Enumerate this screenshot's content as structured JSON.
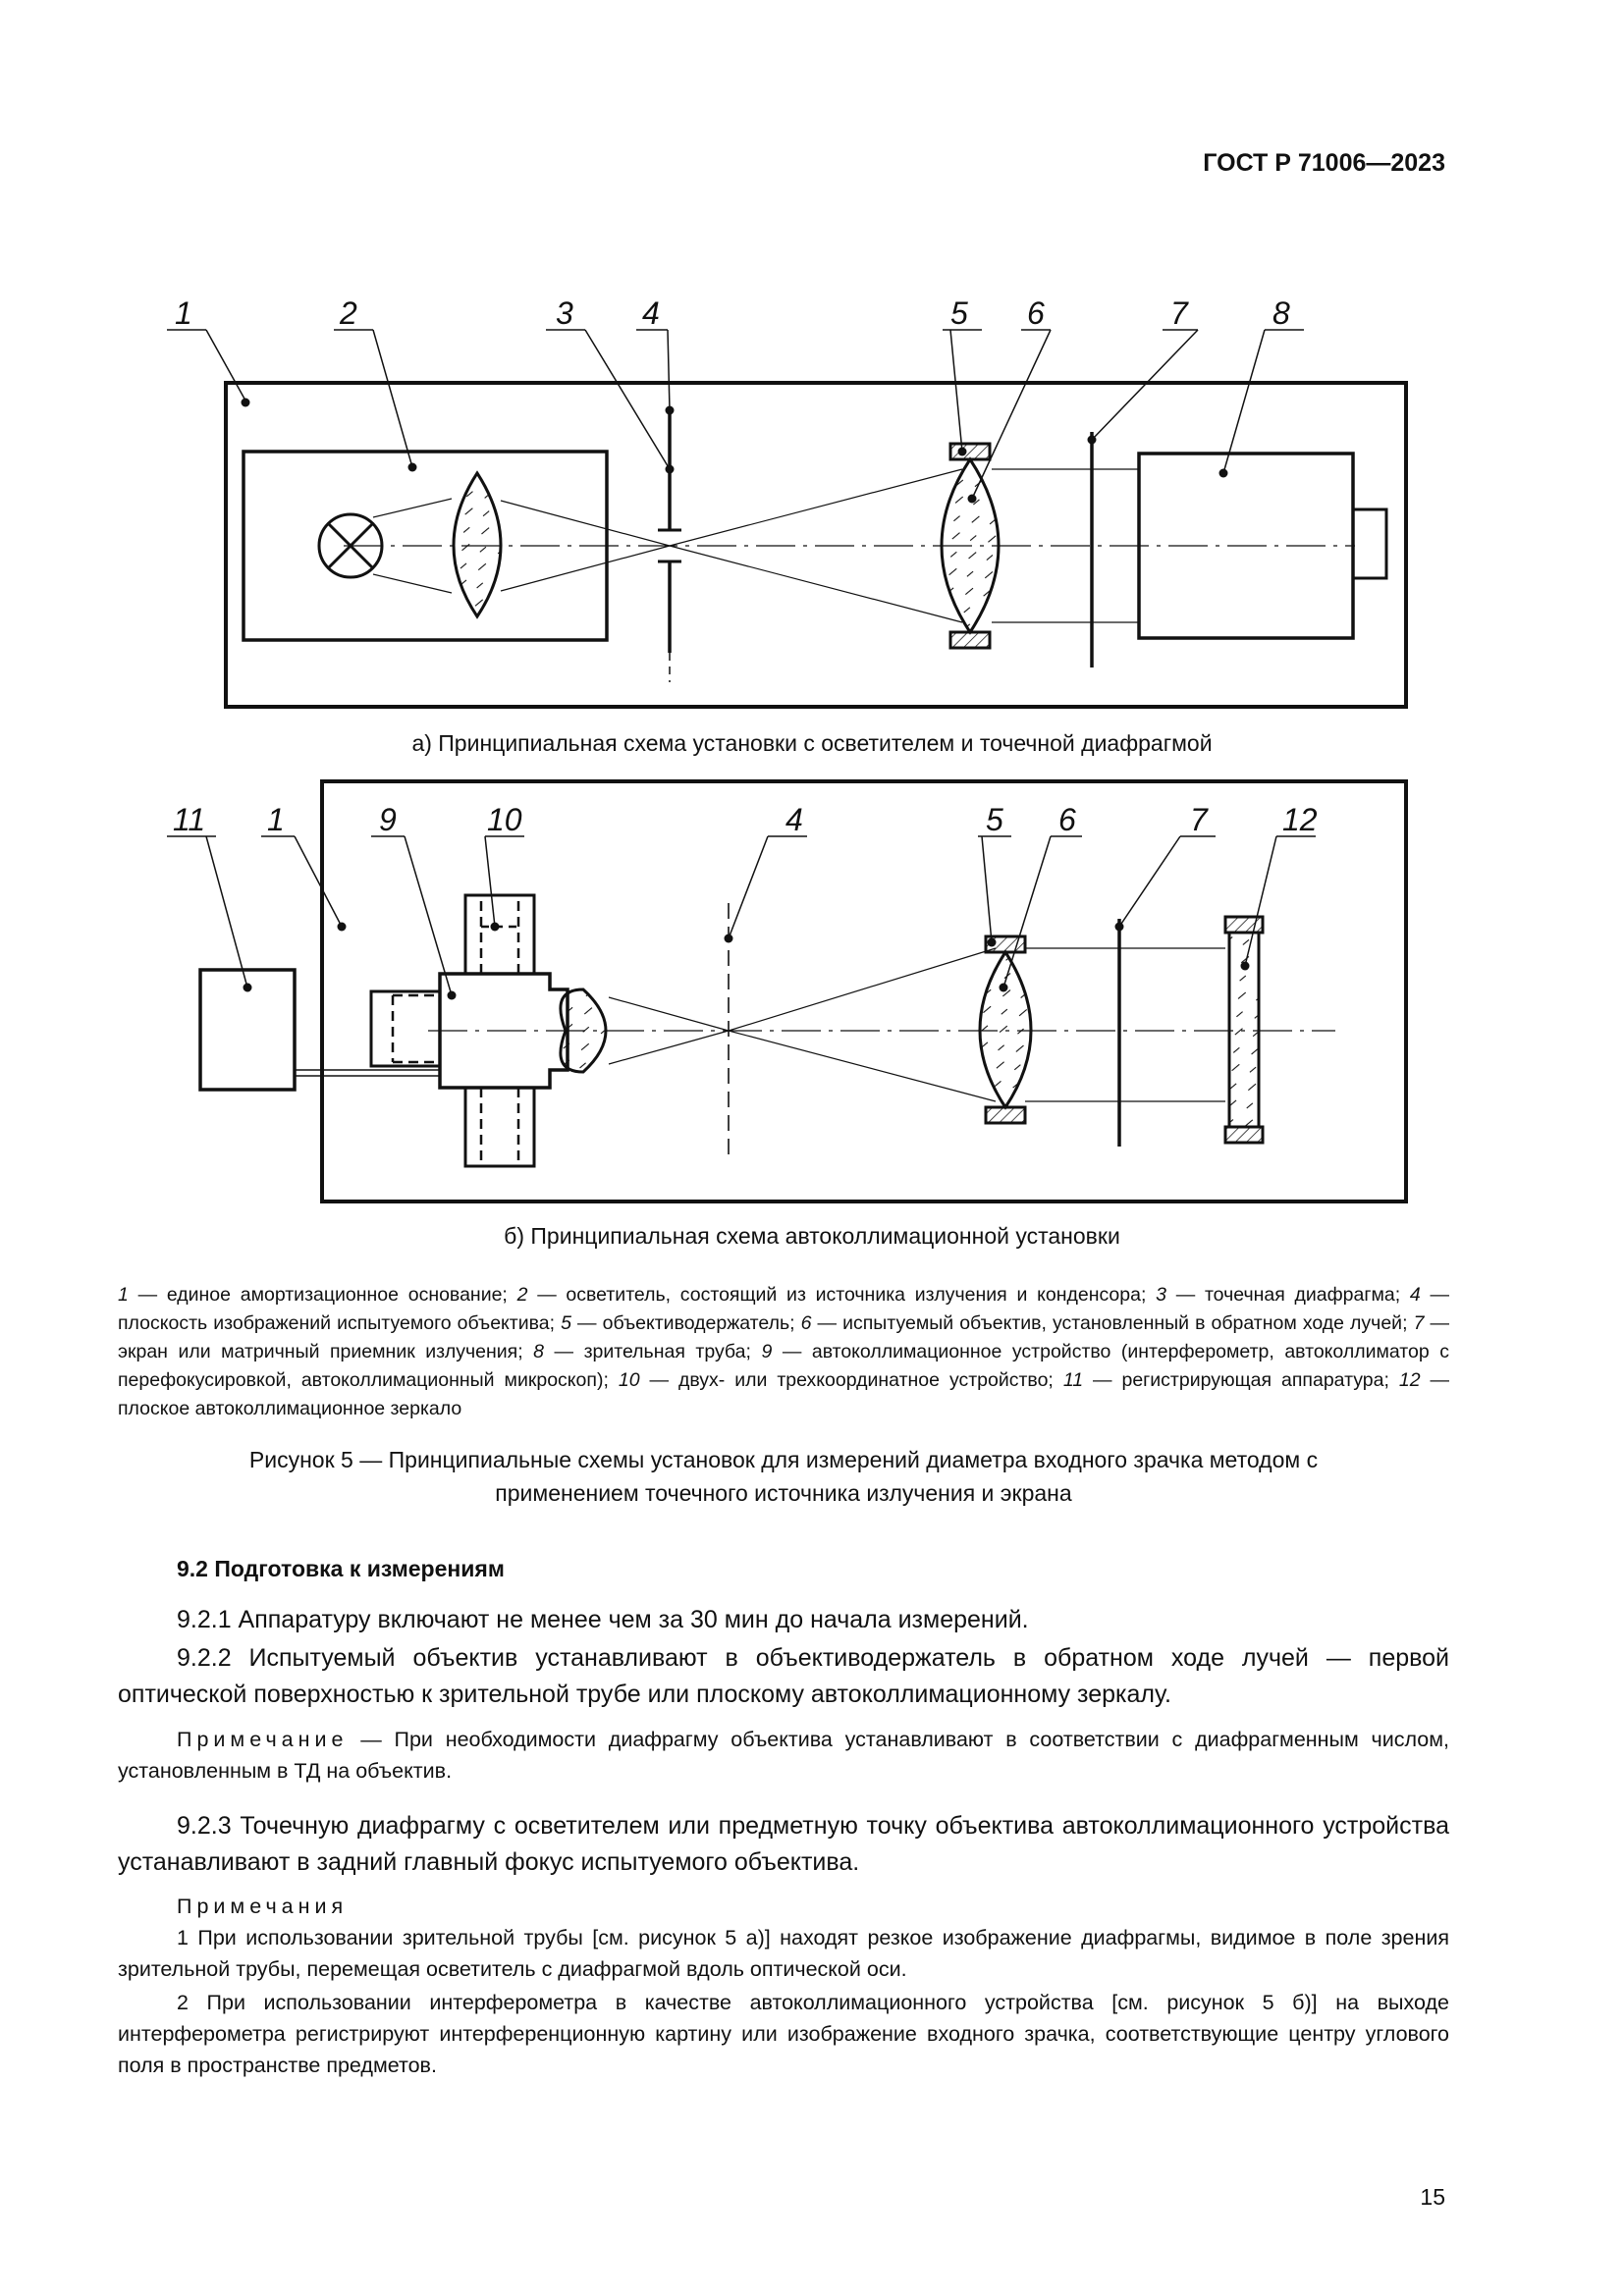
{
  "header": {
    "code": "ГОСТ Р 71006—2023"
  },
  "figure": {
    "diagram_a": {
      "labels": [
        "1",
        "2",
        "3",
        "4",
        "5",
        "6",
        "7",
        "8"
      ],
      "caption": "а) Принципиальная схема установки с осветителем и точечной диафрагмой"
    },
    "diagram_b": {
      "labels": [
        "11",
        "1",
        "9",
        "10",
        "4",
        "5",
        "6",
        "7",
        "12"
      ],
      "caption": "б) Принципиальная схема автоколлимационной установки"
    },
    "legend": [
      {
        "num": "1",
        "text": " — единое амортизационное основание; "
      },
      {
        "num": "2",
        "text": " — осветитель, состоящий из источника излучения и конденсора; "
      },
      {
        "num": "3",
        "text": " — точечная диафрагма; "
      },
      {
        "num": "4",
        "text": " — плоскость изображений испытуемого объектива; "
      },
      {
        "num": "5",
        "text": " — объективодержатель; "
      },
      {
        "num": "6",
        "text": " — испытуемый объектив, установленный в обратном ходе лучей; "
      },
      {
        "num": "7",
        "text": " — экран или матричный приемник излучения; "
      },
      {
        "num": "8",
        "text": " — зрительная труба; "
      },
      {
        "num": "9",
        "text": " — автоколлимационное устройство (интерферометр, автоколлиматор с перефокусировкой, автоколлимационный микроскоп); "
      },
      {
        "num": "10",
        "text": " — двух- или трехкоординатное устройство; "
      },
      {
        "num": "11",
        "text": " — регистрирующая аппаратура; "
      },
      {
        "num": "12",
        "text": " — плоское автоколлимационное зеркало"
      }
    ],
    "caption_line1": "Рисунок 5 — Принципиальные схемы установок для измерений диаметра входного зрачка методом с",
    "caption_line2": "применением точечного источника излучения и экрана"
  },
  "section": {
    "title": "9.2 Подготовка к измерениям"
  },
  "paragraphs": {
    "p921": "9.2.1 Аппаратуру включают не менее чем за 30 мин до начала измерений.",
    "p922": "9.2.2 Испытуемый объектив устанавливают в объективодержатель в обратном ходе лучей — первой оптической поверхностью к зрительной трубе или плоскому автоколлимационному зеркалу.",
    "note1_label": "Примечание",
    "note1_text": " — При необходимости диафрагму объектива устанавливают в соответствии с диафрагменным числом, установленным в ТД на объектив.",
    "p923": "9.2.3 Точечную диафрагму с осветителем или предметную точку объектива автоколлимационного устройства устанавливают в задний главный фокус испытуемого объектива.",
    "notes_label": "Примечания",
    "note_a": "1 При использовании зрительной трубы [см. рисунок 5 а)] находят резкое изображение диафрагмы, видимое в поле зрения зрительной трубы, перемещая осветитель с диафрагмой вдоль оптической оси.",
    "note_b": "2 При использовании интерферометра в качестве автоколлимационного устройства [см. рисунок 5 б)] на выходе интерферометра регистрируют интерференционную картину или изображение входного зрачка, соответствующие центру углового поля в пространстве предметов."
  },
  "page_number": "15"
}
